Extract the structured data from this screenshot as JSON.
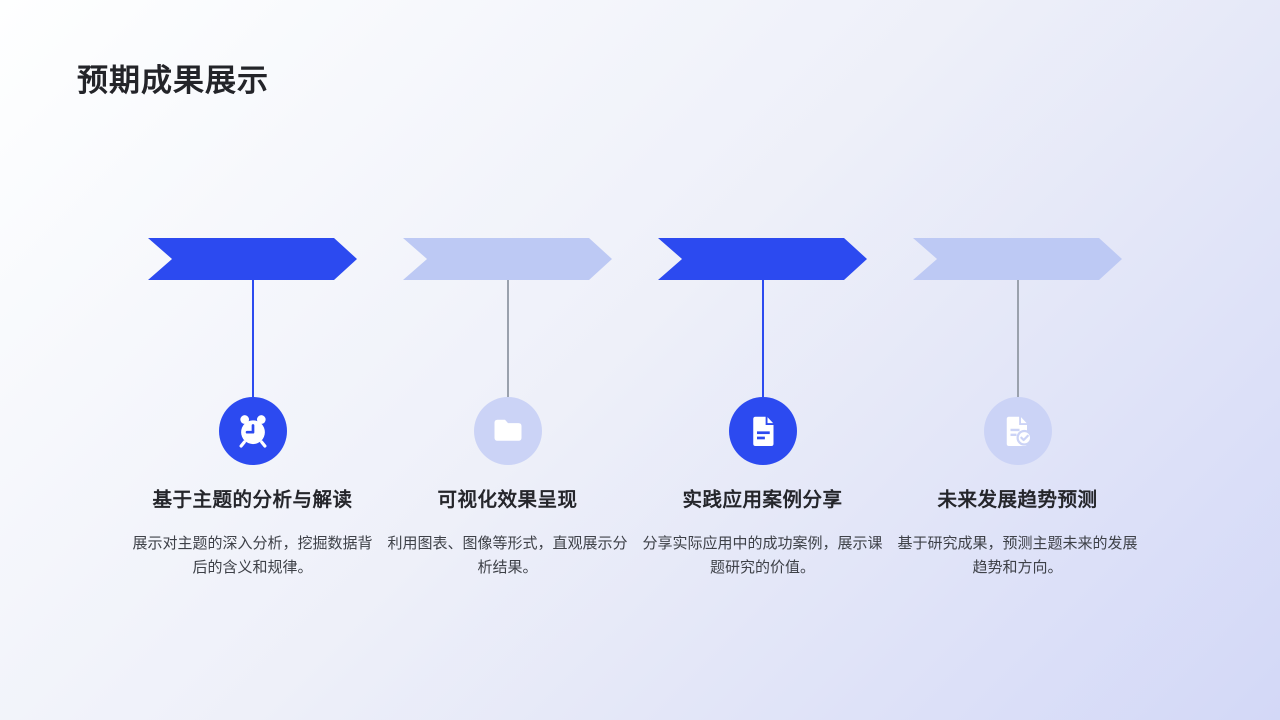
{
  "slide": {
    "title": "预期成果展示"
  },
  "colors": {
    "accent_blue": "#2c4af0",
    "arrow_light": "#bdc9f4",
    "circle_light": "#cbd3f6",
    "connector_gray": "#9aa1ad",
    "title_text": "#232429",
    "body_text": "#3e4148",
    "background_start": "#feffff",
    "background_end": "#d3d8f7"
  },
  "timeline": {
    "items": [
      {
        "style": "blue",
        "icon": "alarm-clock-icon",
        "title": "基于主题的分析与解读",
        "description": "展示对主题的深入分析，挖掘数据背后的含义和规律。"
      },
      {
        "style": "light",
        "icon": "folder-icon",
        "title": "可视化效果呈现",
        "description": "利用图表、图像等形式，直观展示分析结果。"
      },
      {
        "style": "blue",
        "icon": "document-icon",
        "title": "实践应用案例分享",
        "description": "分享实际应用中的成功案例，展示课题研究的价值。"
      },
      {
        "style": "light",
        "icon": "document-check-icon",
        "title": "未来发展趋势预测",
        "description": "基于研究成果，预测主题未来的发展趋势和方向。"
      }
    ]
  }
}
